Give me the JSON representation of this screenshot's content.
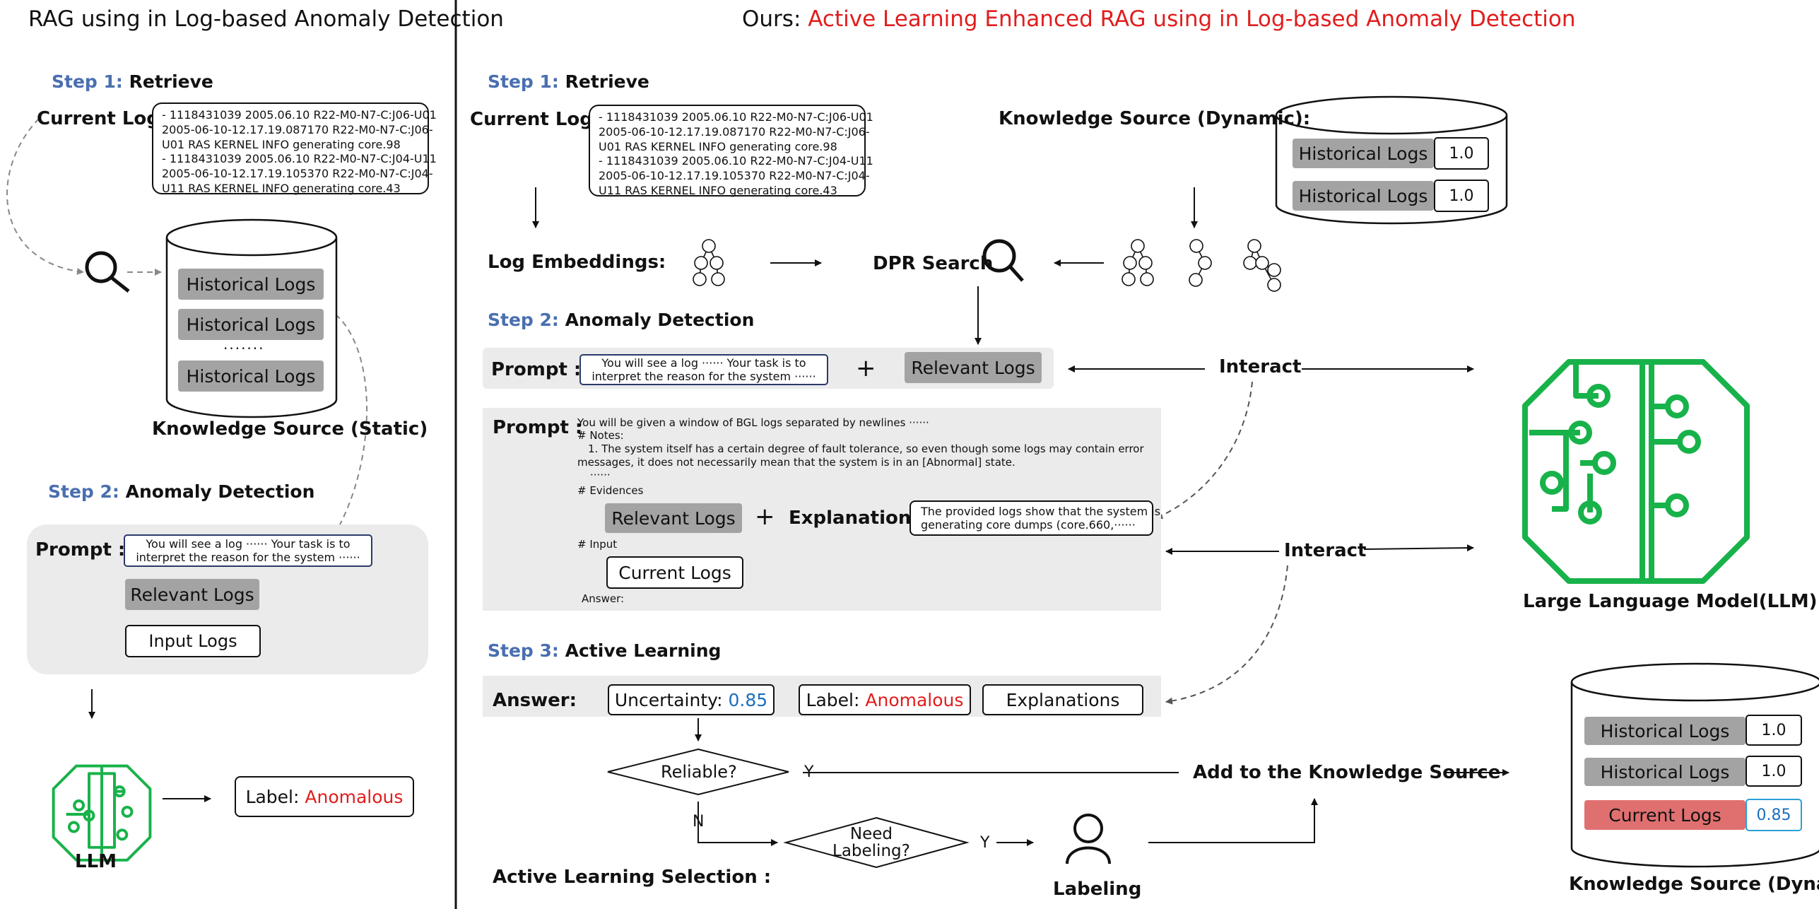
{
  "left": {
    "title": "RAG using in Log-based Anomaly Detection",
    "step1": {
      "num": "Step 1:",
      "text": "Retrieve"
    },
    "current_logs_label": "Current Logs:",
    "current_logs_text": "- 1118431039 2005.06.10 R22-M0-N7-C:J06-U01\n2005-06-10-12.17.19.087170 R22-M0-N7-C:J06-\nU01 RAS KERNEL INFO generating core.98\n- 1118431039 2005.06.10 R22-M0-N7-C:J04-U11\n2005-06-10-12.17.19.105370 R22-M0-N7-C:J04-\nU11 RAS KERNEL INFO generating core.43",
    "db_items": [
      "Historical Logs",
      "Historical Logs",
      "Historical Logs"
    ],
    "db_ellipsis": "·······",
    "knowledge_static": "Knowledge Source (Static)",
    "step2": {
      "num": "Step 2:",
      "text": "Anomaly Detection"
    },
    "prompt_label": "Prompt :",
    "prompt_text": "You will see a log ······ Your task is to\ninterpret the reason for the system ······",
    "relevant_logs": "Relevant Logs",
    "input_logs": "Input Logs",
    "llm_label": "LLM",
    "label_prefix": "Label: ",
    "label_value": "Anomalous"
  },
  "right": {
    "title_prefix": "Ours: ",
    "title_main": "Active Learning Enhanced RAG using in Log-based Anomaly Detection",
    "step1": {
      "num": "Step 1:",
      "text": "Retrieve"
    },
    "current_logs_label": "Current Logs:",
    "current_logs_text": "- 1118431039 2005.06.10 R22-M0-N7-C:J06-U01\n2005-06-10-12.17.19.087170 R22-M0-N7-C:J06-\nU01 RAS KERNEL INFO generating core.98\n- 1118431039 2005.06.10 R22-M0-N7-C:J04-U11\n2005-06-10-12.17.19.105370 R22-M0-N7-C:J04-\nU11 RAS KERNEL INFO generating core.43",
    "knowledge_dynamic_label": "Knowledge Source (Dynamic):",
    "kd_items": [
      {
        "label": "Historical Logs",
        "score": "1.0"
      },
      {
        "label": "Historical Logs",
        "score": "1.0"
      }
    ],
    "log_embeddings": "Log Embeddings:",
    "dpr_search": "DPR Search",
    "step2": {
      "num": "Step 2:",
      "text": "Anomaly Detection"
    },
    "prompt_label": "Prompt :",
    "prompt_text": "You will see a log ······ Your task is to\ninterpret the reason for the system ······",
    "plus": "+",
    "relevant_logs": "Relevant Logs",
    "interact": "Interact",
    "big_prompt": {
      "label": "Prompt :",
      "line1": "You will be given a window of BGL logs separated by newlines ······",
      "line2": "# Notes:",
      "line3": "1. The system itself has a certain degree of fault tolerance, so even though some logs may contain error",
      "line4": "messages, it does not necessarily mean that the system is in an [Abnormal] state.",
      "line5": "······",
      "line6": "# Evidences",
      "relevant_logs": "Relevant Logs",
      "plus": "+",
      "explanations_label": "Explanations :",
      "explanations_text": "The provided logs show that the system is\ngenerating core dumps (core.660,······",
      "line7": "# Input",
      "current_logs": "Current Logs",
      "answer": "Answer:"
    },
    "interact2": "Interact",
    "llm_label": "Large Language Model(LLM)",
    "step3": {
      "num": "Step 3:",
      "text": "Active Learning"
    },
    "answer_label": "Answer:",
    "uncertainty_prefix": "Uncertainty: ",
    "uncertainty_value": "0.85",
    "label_prefix": "Label: ",
    "label_value": "Anomalous",
    "explanations": "Explanations",
    "reliable": "Reliable?",
    "y1": "Y",
    "n1": "N",
    "need_labeling": "Need\nLabeling?",
    "y2": "Y",
    "add_to_ks": "Add to the Knowledge Source",
    "labeling": "Labeling",
    "als_label": "Active Learning Selection :",
    "ks_items": [
      {
        "label": "Historical Logs",
        "score": "1.0"
      },
      {
        "label": "Historical Logs",
        "score": "1.0"
      },
      {
        "label": "Current Logs",
        "score": "0.85"
      }
    ],
    "knowledge_dynamic": "Knowledge Source (Dynamic)"
  },
  "colors": {
    "accent_red": "#e11d1d",
    "step_blue": "#4a6fb0",
    "uncertainty_blue": "#1a6fbf",
    "llm_green": "#18b24a",
    "gray_box": "#a3a3a3",
    "panel_gray": "#ebebeb",
    "current_logs_red": "#e07070"
  },
  "icons": [
    "search-icon",
    "graph-embedding-icon",
    "brain-circuit-icon",
    "person-icon",
    "database-icon"
  ]
}
